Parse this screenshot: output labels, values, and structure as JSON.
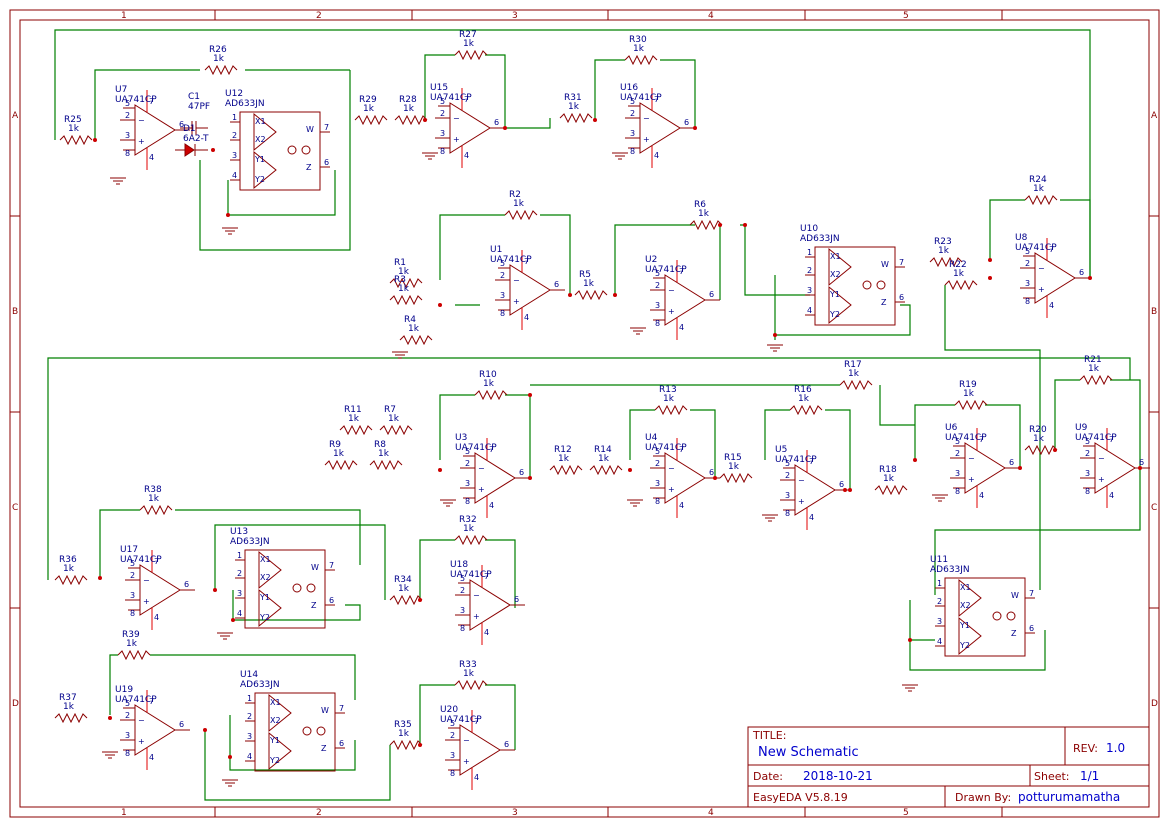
{
  "zones": {
    "columns": [
      "1",
      "2",
      "3",
      "4",
      "5"
    ],
    "rows": [
      "A",
      "B",
      "C",
      "D"
    ]
  },
  "title_block": {
    "title_label": "TITLE:",
    "title": "New Schematic",
    "rev_label": "REV:",
    "rev": "1.0",
    "date_label": "Date:",
    "date": "2018-10-21",
    "sheet_label": "Sheet:",
    "sheet": "1/1",
    "tool": "EasyEDA V5.8.19",
    "drawn_by_label": "Drawn By:",
    "drawn_by": "potturumamatha"
  },
  "opamps": [
    {
      "ref": "U7",
      "part": "UA741CP"
    },
    {
      "ref": "U15",
      "part": "UA741CP"
    },
    {
      "ref": "U16",
      "part": "UA741CP"
    },
    {
      "ref": "U1",
      "part": "UA741CP"
    },
    {
      "ref": "U2",
      "part": "UA741CP"
    },
    {
      "ref": "U8",
      "part": "UA741CP"
    },
    {
      "ref": "U3",
      "part": "UA741CP"
    },
    {
      "ref": "U4",
      "part": "UA741CP"
    },
    {
      "ref": "U5",
      "part": "UA741CP"
    },
    {
      "ref": "U6",
      "part": "UA741CP"
    },
    {
      "ref": "U9",
      "part": "UA741CP"
    },
    {
      "ref": "U17",
      "part": "UA741CP"
    },
    {
      "ref": "U18",
      "part": "UA741CP"
    },
    {
      "ref": "U19",
      "part": "UA741CP"
    },
    {
      "ref": "U20",
      "part": "UA741CP"
    }
  ],
  "multipliers": [
    {
      "ref": "U12",
      "part": "AD633JN"
    },
    {
      "ref": "U10",
      "part": "AD633JN"
    },
    {
      "ref": "U13",
      "part": "AD633JN"
    },
    {
      "ref": "U14",
      "part": "AD633JN"
    },
    {
      "ref": "U11",
      "part": "AD633JN"
    }
  ],
  "resistors": [
    {
      "ref": "R25",
      "value": "1k"
    },
    {
      "ref": "R26",
      "value": "1k"
    },
    {
      "ref": "R29",
      "value": "1k"
    },
    {
      "ref": "R28",
      "value": "1k"
    },
    {
      "ref": "R27",
      "value": "1k"
    },
    {
      "ref": "R31",
      "value": "1k"
    },
    {
      "ref": "R30",
      "value": "1k"
    },
    {
      "ref": "R24",
      "value": "1k"
    },
    {
      "ref": "R2",
      "value": "1k"
    },
    {
      "ref": "R1",
      "value": "1k"
    },
    {
      "ref": "R3",
      "value": "1k"
    },
    {
      "ref": "R4",
      "value": "1k"
    },
    {
      "ref": "R5",
      "value": "1k"
    },
    {
      "ref": "R6",
      "value": "1k"
    },
    {
      "ref": "R23",
      "value": "1k"
    },
    {
      "ref": "R22",
      "value": "1k"
    },
    {
      "ref": "R10",
      "value": "1k"
    },
    {
      "ref": "R17",
      "value": "1k"
    },
    {
      "ref": "R21",
      "value": "1k"
    },
    {
      "ref": "R11",
      "value": "1k"
    },
    {
      "ref": "R7",
      "value": "1k"
    },
    {
      "ref": "R9",
      "value": "1k"
    },
    {
      "ref": "R8",
      "value": "1k"
    },
    {
      "ref": "R13",
      "value": "1k"
    },
    {
      "ref": "R16",
      "value": "1k"
    },
    {
      "ref": "R19",
      "value": "1k"
    },
    {
      "ref": "R12",
      "value": "1k"
    },
    {
      "ref": "R14",
      "value": "1k"
    },
    {
      "ref": "R15",
      "value": "1k"
    },
    {
      "ref": "R18",
      "value": "1k"
    },
    {
      "ref": "R20",
      "value": "1k"
    },
    {
      "ref": "R38",
      "value": "1k"
    },
    {
      "ref": "R36",
      "value": "1k"
    },
    {
      "ref": "R32",
      "value": "1k"
    },
    {
      "ref": "R34",
      "value": "1k"
    },
    {
      "ref": "R39",
      "value": "1k"
    },
    {
      "ref": "R37",
      "value": "1k"
    },
    {
      "ref": "R33",
      "value": "1k"
    },
    {
      "ref": "R35",
      "value": "1k"
    }
  ],
  "capacitor": {
    "ref": "C1",
    "value": "47PF"
  },
  "diode": {
    "ref": "D1",
    "value": "6A2-T"
  },
  "colors": {
    "wire": "#008000",
    "part": "#8b0000",
    "pin": "#e00000",
    "text": "#00008b",
    "title": "#0000cc"
  }
}
